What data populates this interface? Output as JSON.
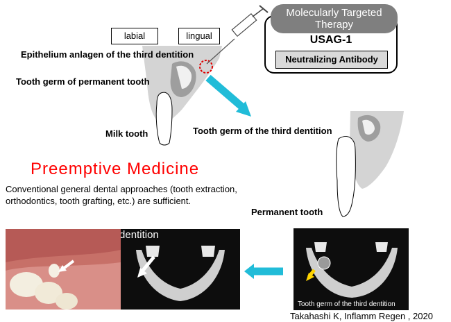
{
  "labels": {
    "labial": "labial",
    "lingual": "lingual",
    "epithelium": "Epithelium anlagen of the third dentition",
    "tooth_germ_permanent": "Tooth germ of permanent tooth",
    "milk_tooth": "Milk tooth",
    "tooth_germ_third": "Tooth germ of the third dentition",
    "permanent_tooth": "Permanent tooth"
  },
  "therapy": {
    "bubble": "Molecularly Targeted Therapy",
    "target": "USAG-1",
    "antibody": "Neutralizing Antibody"
  },
  "preemptive": {
    "title": "Preemptive Medicine",
    "text": "Conventional general dental  approaches (tooth extraction, orthodontics, tooth grafting, etc.) are sufficient."
  },
  "photos": {
    "erupted_caption": "Erupted third dentition",
    "ct_caption": "Tooth germ of the third dentition"
  },
  "citation": "Takahashi K, Inflamm  Regen , 2020",
  "colors": {
    "arrow": "#21bcd8",
    "title_red": "#ff0000",
    "bubble_gray": "#7f7f7f",
    "marker_red": "#e00000",
    "marker_yellow": "#ffd400"
  }
}
